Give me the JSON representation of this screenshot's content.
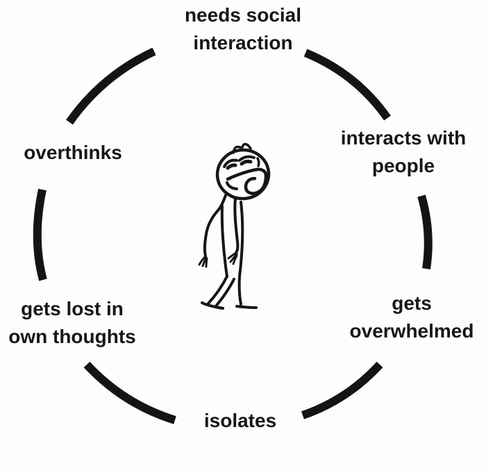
{
  "diagram": {
    "type": "cycle-meme",
    "direction": "clockwise",
    "colors": {
      "background": "#fdfdfd",
      "ink": "#141414",
      "text": "#171717"
    },
    "center_figure": "worried-slouching-stick-figure",
    "nodes": [
      {
        "id": "needs-social-interaction",
        "position": "top",
        "lines": [
          "needs social",
          "interaction"
        ]
      },
      {
        "id": "interacts-with-people",
        "position": "upper-right",
        "lines": [
          "interacts with",
          "people"
        ]
      },
      {
        "id": "gets-overwhelmed",
        "position": "lower-right",
        "lines": [
          "gets",
          "overwhelmed"
        ]
      },
      {
        "id": "isolates",
        "position": "bottom",
        "lines": [
          "isolates"
        ]
      },
      {
        "id": "gets-lost-in-own-thoughts",
        "position": "lower-left",
        "lines": [
          "gets lost in",
          "own thoughts"
        ]
      },
      {
        "id": "overthinks",
        "position": "upper-left",
        "lines": [
          "overthinks"
        ]
      }
    ],
    "flow": [
      "needs social interaction",
      "interacts with people",
      "gets overwhelmed",
      "isolates",
      "gets lost in own thoughts",
      "overthinks"
    ]
  }
}
